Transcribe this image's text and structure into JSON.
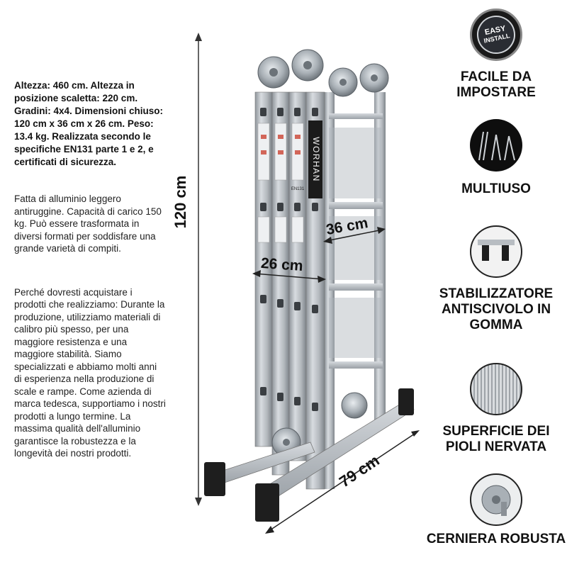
{
  "specs_text": "Altezza: 460 cm. Altezza in posizione scaletta: 220 cm. Gradini: 4x4. Dimensioni chiuso: 120 cm x 36 cm x 26 cm. Peso: 13.4 kg. Realizzata secondo le specifiche EN131 parte 1 e 2, e certificati di sicurezza.",
  "paragraph_material": "Fatta di alluminio leggero antiruggine. Capacità di carico 150 kg. Può essere trasformata in diversi formati per soddisfare una grande varietà di compiti.",
  "paragraph_company": "Perché dovresti acquistare i prodotti che realizziamo: Durante la produzione, utilizziamo materiali di calibro più spesso, per una maggiore resistenza e una maggiore stabilità. Siamo specializzati e abbiamo molti anni di esperienza nella produzione di scale e rampe. Come azienda di marca tedesca, supportiamo i nostri prodotti a lungo termine. La massima qualità dell'alluminio garantisce la robustezza e la longevità dei nostri prodotti.",
  "dimensions": {
    "height": "120 cm",
    "depth": "26 cm",
    "width": "36 cm",
    "base": "79 cm"
  },
  "brand": "WORHAN",
  "cert_label": "EN131",
  "badge": {
    "line1": "EASY",
    "line2": "INSTALL"
  },
  "features": [
    {
      "label": "FACILE DA IMPOSTARE",
      "icon": "easy-install-badge-icon"
    },
    {
      "label": "MULTIUSO",
      "icon": "ladder-configurations-icon"
    },
    {
      "label": "STABILIZZATORE ANTISCIVOLO IN GOMMA",
      "icon": "rubber-foot-icon"
    },
    {
      "label": "SUPERFICIE DEI PIOLI NERVATA",
      "icon": "ribbed-surface-icon"
    },
    {
      "label": "CERNIERA ROBUSTA",
      "icon": "hinge-icon"
    }
  ],
  "colors": {
    "aluminium": "#b9bec4",
    "aluminium_dark": "#8a9096",
    "rubber": "#1e1e1e",
    "text": "#111111"
  }
}
